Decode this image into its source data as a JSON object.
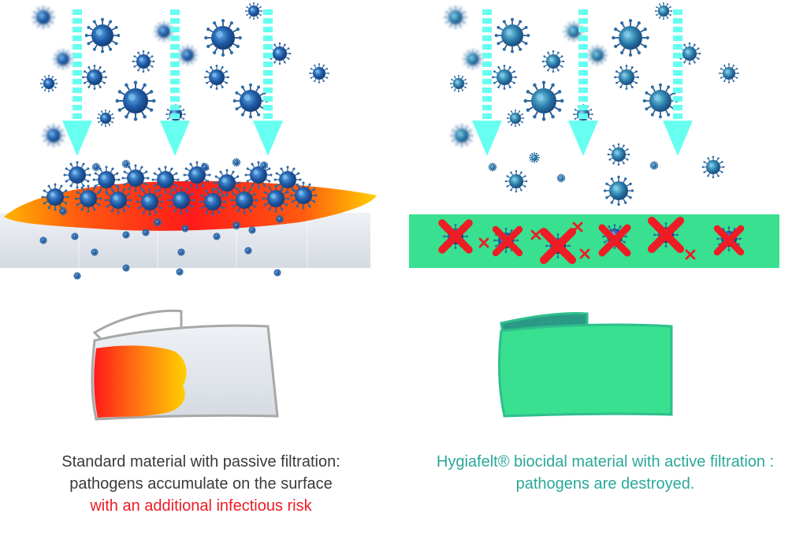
{
  "left_panel": {
    "caption_line1": "Standard material with passive filtration:",
    "caption_line2": "pathogens accumulate on the surface",
    "caption_line3": "with an additional infectious risk",
    "caption_color": "#3a3a3a",
    "risk_color": "#ee1c25"
  },
  "right_panel": {
    "caption_line1": "Hygiafelt® biocidal material with active filtration :",
    "caption_line2": "pathogens are destroyed.",
    "caption_color": "#2aa89a",
    "material_color": "#38e08f"
  },
  "colors": {
    "arrow": "#66fff0",
    "virus": "#2a5fa0",
    "cross": "#ee1c25",
    "filter_gray": "#dfe3ea"
  },
  "icons": [
    "virus-icon",
    "down-arrow-icon",
    "cross-icon",
    "mask-icon"
  ]
}
